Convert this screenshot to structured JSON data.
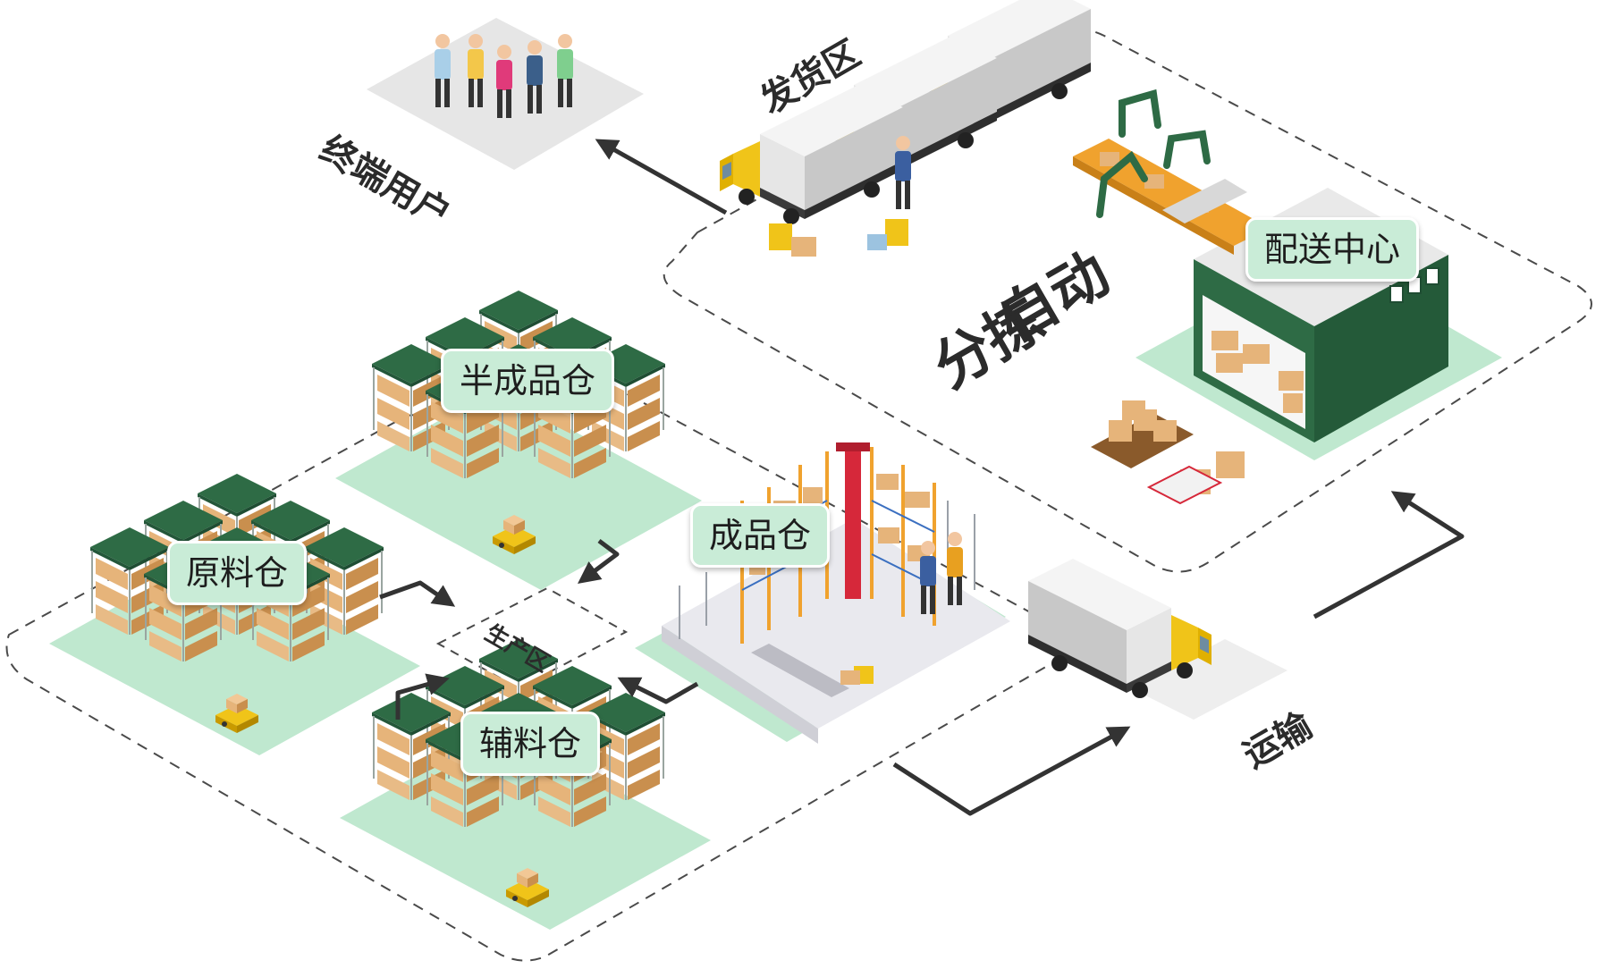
{
  "labels": {
    "raw": "原料仓",
    "semi": "半成品仓",
    "finished": "成品仓",
    "aux": "辅料仓",
    "distribution": "配送中心",
    "production": "生产区",
    "end_user": "终端用户",
    "shipping": "发货区",
    "sorting_line1": "自动",
    "sorting_line2": "分拣",
    "transport": "运输"
  },
  "colors": {
    "mint": "#bfe8cf",
    "mint_light": "#c9ecd7",
    "dark_green": "#2e6b45",
    "box": "#e6b47a",
    "yellow": "#f0c419",
    "arrow": "#333333",
    "dash": "#4a4a4a",
    "rack_orange": "#f0a22e",
    "rack_red": "#d6283a"
  }
}
